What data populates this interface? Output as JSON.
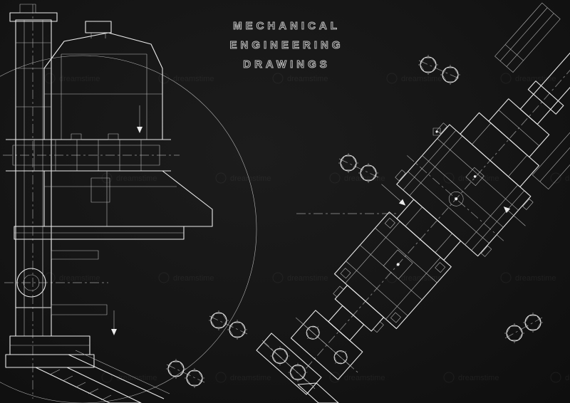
{
  "heading": {
    "line1": "MECHANICAL",
    "line2": "ENGINEERING",
    "line3": "DRAWINGS"
  },
  "watermark": {
    "text": "dreamstime"
  },
  "colors": {
    "background": "#141414",
    "drawing_line": "#ececec",
    "drawing_line_dim": "#b9b9b9",
    "centerline": "#c9c9c9",
    "heading_outline": "#bfbfbf",
    "watermark": "#ffffff"
  }
}
